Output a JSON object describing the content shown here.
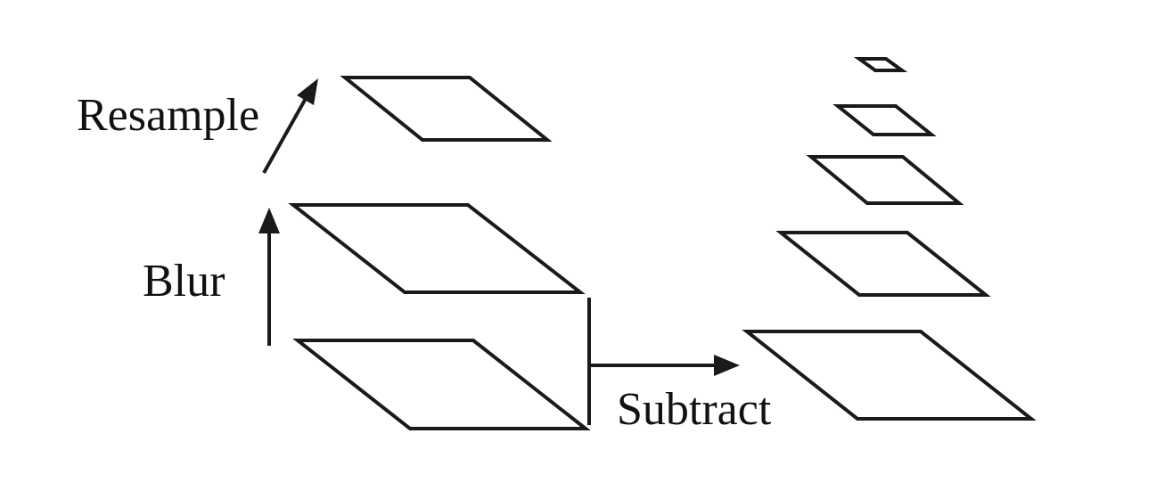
{
  "labels": {
    "resample": "Resample",
    "blur": "Blur",
    "subtract": "Subtract"
  },
  "colors": {
    "stroke": "#1a1a1a",
    "background": "#ffffff"
  }
}
